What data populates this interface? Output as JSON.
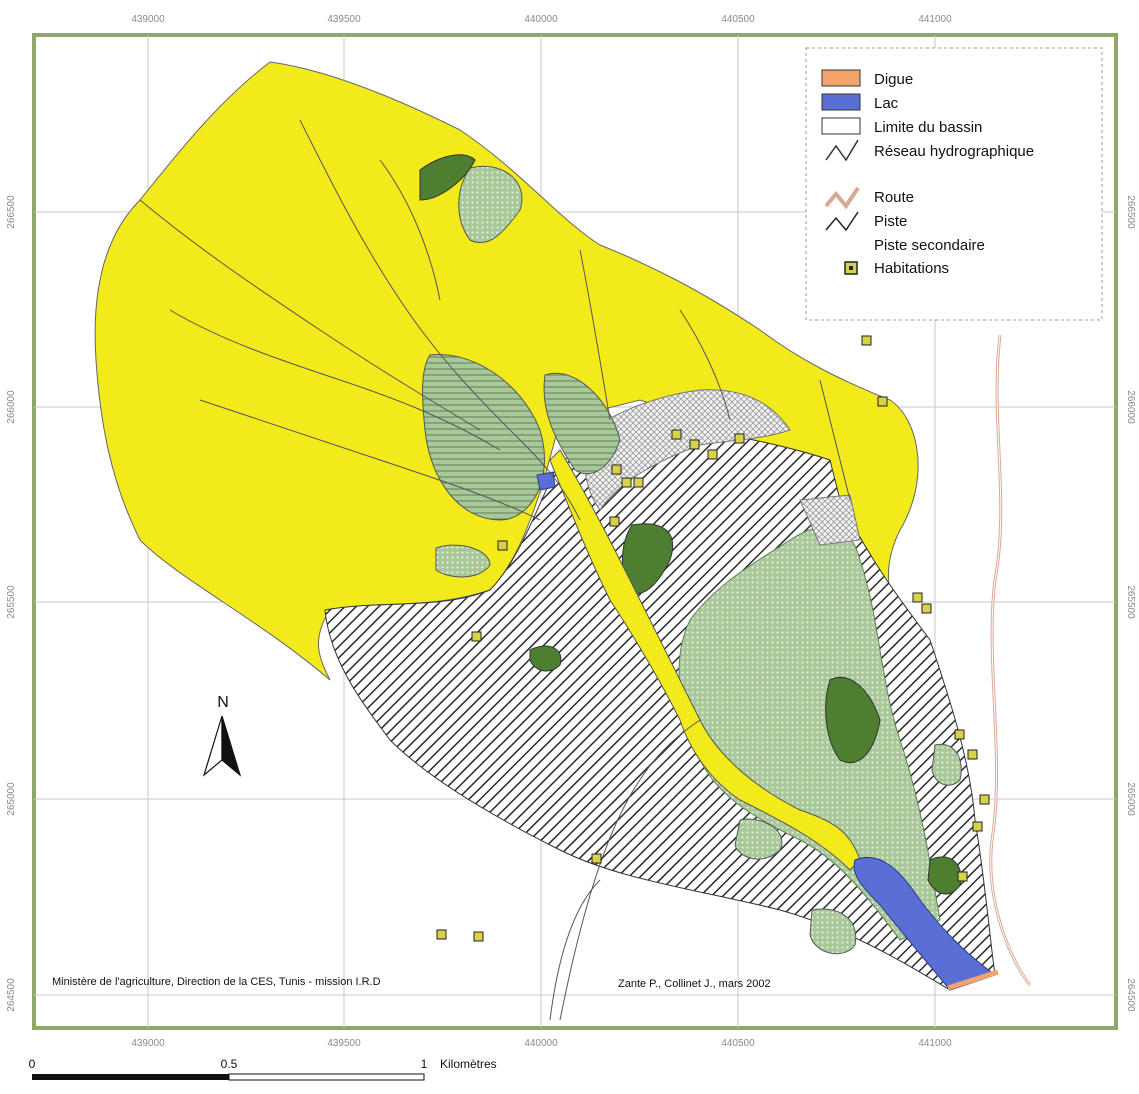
{
  "map": {
    "grid": {
      "top_ticks": [
        "439000",
        "439500",
        "440000",
        "440500",
        "441000"
      ],
      "bottom_ticks": [
        "439000",
        "439500",
        "440000",
        "440500",
        "441000"
      ],
      "left_ticks": [
        "266500",
        "266000",
        "265500",
        "265000",
        "264500"
      ],
      "right_ticks": [
        "266500",
        "266000",
        "265500",
        "265000",
        "264500"
      ]
    },
    "legend": {
      "items": [
        {
          "label": "Digue",
          "symbol": "digue-swatch",
          "color": "#f4a46a"
        },
        {
          "label": "Lac",
          "symbol": "lac-swatch",
          "color": "#5a6fd6"
        },
        {
          "label": "Limite du bassin",
          "symbol": "basin-boundary-swatch",
          "color": "#ffffff"
        },
        {
          "label": "Réseau hydrographique",
          "symbol": "stream-line-icon",
          "color": "#333333"
        },
        {
          "label": "Route",
          "symbol": "road-line-icon",
          "color": "#d9a898"
        },
        {
          "label": "Piste",
          "symbol": "track-line-icon",
          "color": "#222222"
        },
        {
          "label": "Piste secondaire",
          "symbol": "",
          "color": ""
        },
        {
          "label": "Habitations",
          "symbol": "dwelling-icon",
          "color": "#d8d24a"
        }
      ]
    },
    "north_label": "N",
    "credits": {
      "left": "Ministère de l'agriculture, Direction de la CES, Tunis - mission I.R.D",
      "right": "Zante P., Collinet J., mars 2002"
    },
    "scale": {
      "labels": [
        "0",
        "0.5",
        "1"
      ],
      "unit": "Kilomètres"
    },
    "colors": {
      "frame": "#8fa86a",
      "yellow_zone": "#f2ea1a",
      "light_green_zone": "#a8c89a",
      "dark_green_zone": "#4e7e30",
      "hatch_zone": "#222222",
      "lake": "#5a6fd6",
      "dike": "#f4a46a",
      "road": "#d9a898",
      "habitation": "#d8d24a"
    }
  }
}
